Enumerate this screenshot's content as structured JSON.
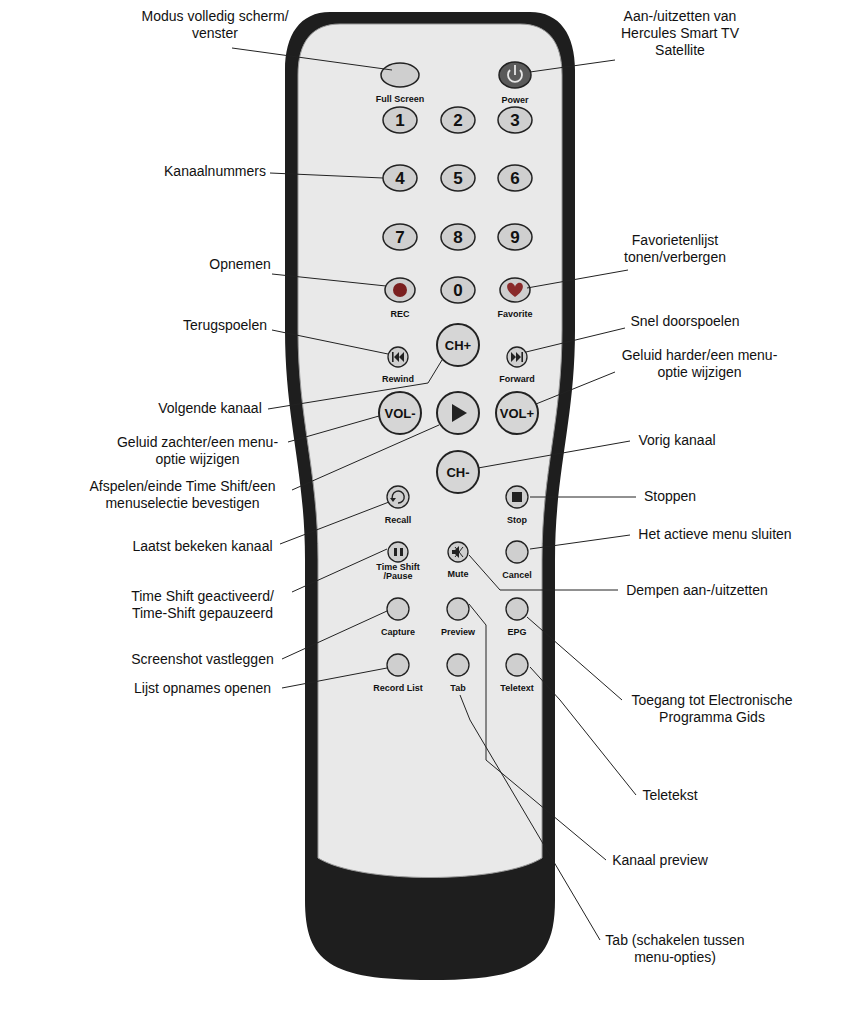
{
  "diagram": {
    "nodes": [
      {
        "text": [
          "Full Screen"
        ]
      },
      {
        "text": [
          "Power"
        ]
      },
      {
        "text": [
          "1"
        ]
      },
      {
        "text": [
          "2"
        ]
      },
      {
        "text": [
          "3"
        ]
      },
      {
        "text": [
          "4"
        ]
      },
      {
        "text": [
          "5"
        ]
      },
      {
        "text": [
          "6"
        ]
      },
      {
        "text": [
          "7"
        ]
      },
      {
        "text": [
          "8"
        ]
      },
      {
        "text": [
          "9"
        ]
      },
      {
        "text": [
          "REC"
        ]
      },
      {
        "text": [
          "0"
        ]
      },
      {
        "text": [
          "Favorite"
        ]
      },
      {
        "text": [
          "Rewind"
        ]
      },
      {
        "text": [
          "CH+"
        ]
      },
      {
        "text": [
          "Forward"
        ]
      },
      {
        "text": [
          "VOL-"
        ]
      },
      {
        "text": [
          "VOL+"
        ]
      },
      {
        "text": [
          "CH-"
        ]
      },
      {
        "text": [
          "Recall"
        ]
      },
      {
        "text": [
          "Stop"
        ]
      },
      {
        "text": [
          "Time Shift /Pause"
        ]
      },
      {
        "text": [
          "Mute"
        ]
      },
      {
        "text": [
          "Cancel"
        ]
      },
      {
        "text": [
          "Capture"
        ]
      },
      {
        "text": [
          "Preview"
        ]
      },
      {
        "text": [
          "EPG"
        ]
      },
      {
        "text": [
          "Record List"
        ]
      },
      {
        "text": [
          "Tab"
        ]
      },
      {
        "text": [
          "Teletext"
        ]
      }
    ],
    "labels": [
      "Modus volledig scherm/ venster",
      "Kanaalnummers",
      "Opnemen",
      "Terugspoelen",
      "Volgende kanaal",
      "Geluid zachter/een menu- optie wijzigen",
      "Afspelen/einde Time Shift/een menuselectie bevestigen",
      "Laatst bekeken kanaal",
      "Time Shift geactiveerd/ Time-Shift gepauzeerd",
      "Screenshot vastleggen",
      "Lijst opnames openen",
      "Aan-/uitzetten van Hercules Smart TV Satellite",
      "Favorietenlijst tonen/verbergen",
      "Snel doorspoelen",
      "Geluid harder/een menu- optie wijzigen",
      "Vorig kanaal",
      "Stoppen",
      "Het actieve menu sluiten",
      "Dempen aan-/uitzetten",
      "Toegang tot Electronische Programma Gids",
      "Teletekst",
      "Kanaal preview",
      "Tab (schakelen tussen menu-opties)"
    ]
  }
}
